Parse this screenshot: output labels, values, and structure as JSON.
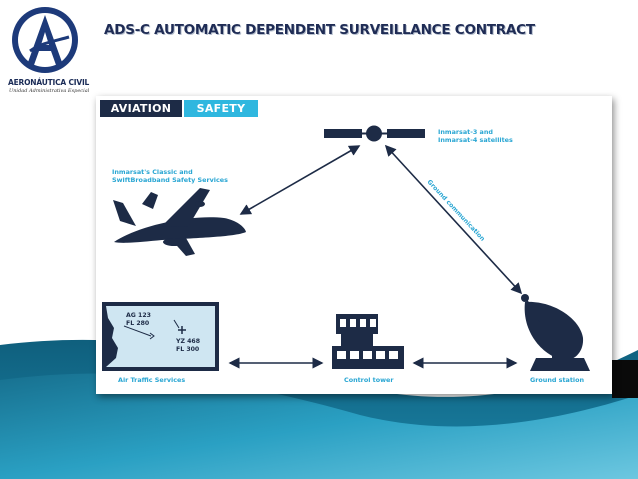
{
  "slide": {
    "title": "ADS-C AUTOMATIC DEPENDENT SURVEILLANCE CONTRACT"
  },
  "logo": {
    "org_line1": "AERONÁUTICA CIVIL",
    "org_line2": "Unidad Administrativa Especial"
  },
  "diagram": {
    "badges": {
      "aviation": "AVIATION",
      "safety": "SAFETY"
    },
    "satellite_label": [
      "Inmarsat-3 and",
      "Inmarsat-4 satellites"
    ],
    "aircraft_label": [
      "Inmarsat's Classic and",
      "SwiftBroadband Safety Services"
    ],
    "ground_link_label": "Ground communication",
    "screen": {
      "flight1": [
        "AG 123",
        "FL 280"
      ],
      "flight2": [
        "YZ 468",
        "FL 300"
      ]
    },
    "nodes": {
      "atc": "Air Traffic Services",
      "tower": "Control tower",
      "ground": "Ground station"
    }
  },
  "colors": {
    "navy": "#1d2b46",
    "accent_blue": "#29a6d3",
    "title_navy": "#1f2c55",
    "teal_background": "#1886a8"
  }
}
